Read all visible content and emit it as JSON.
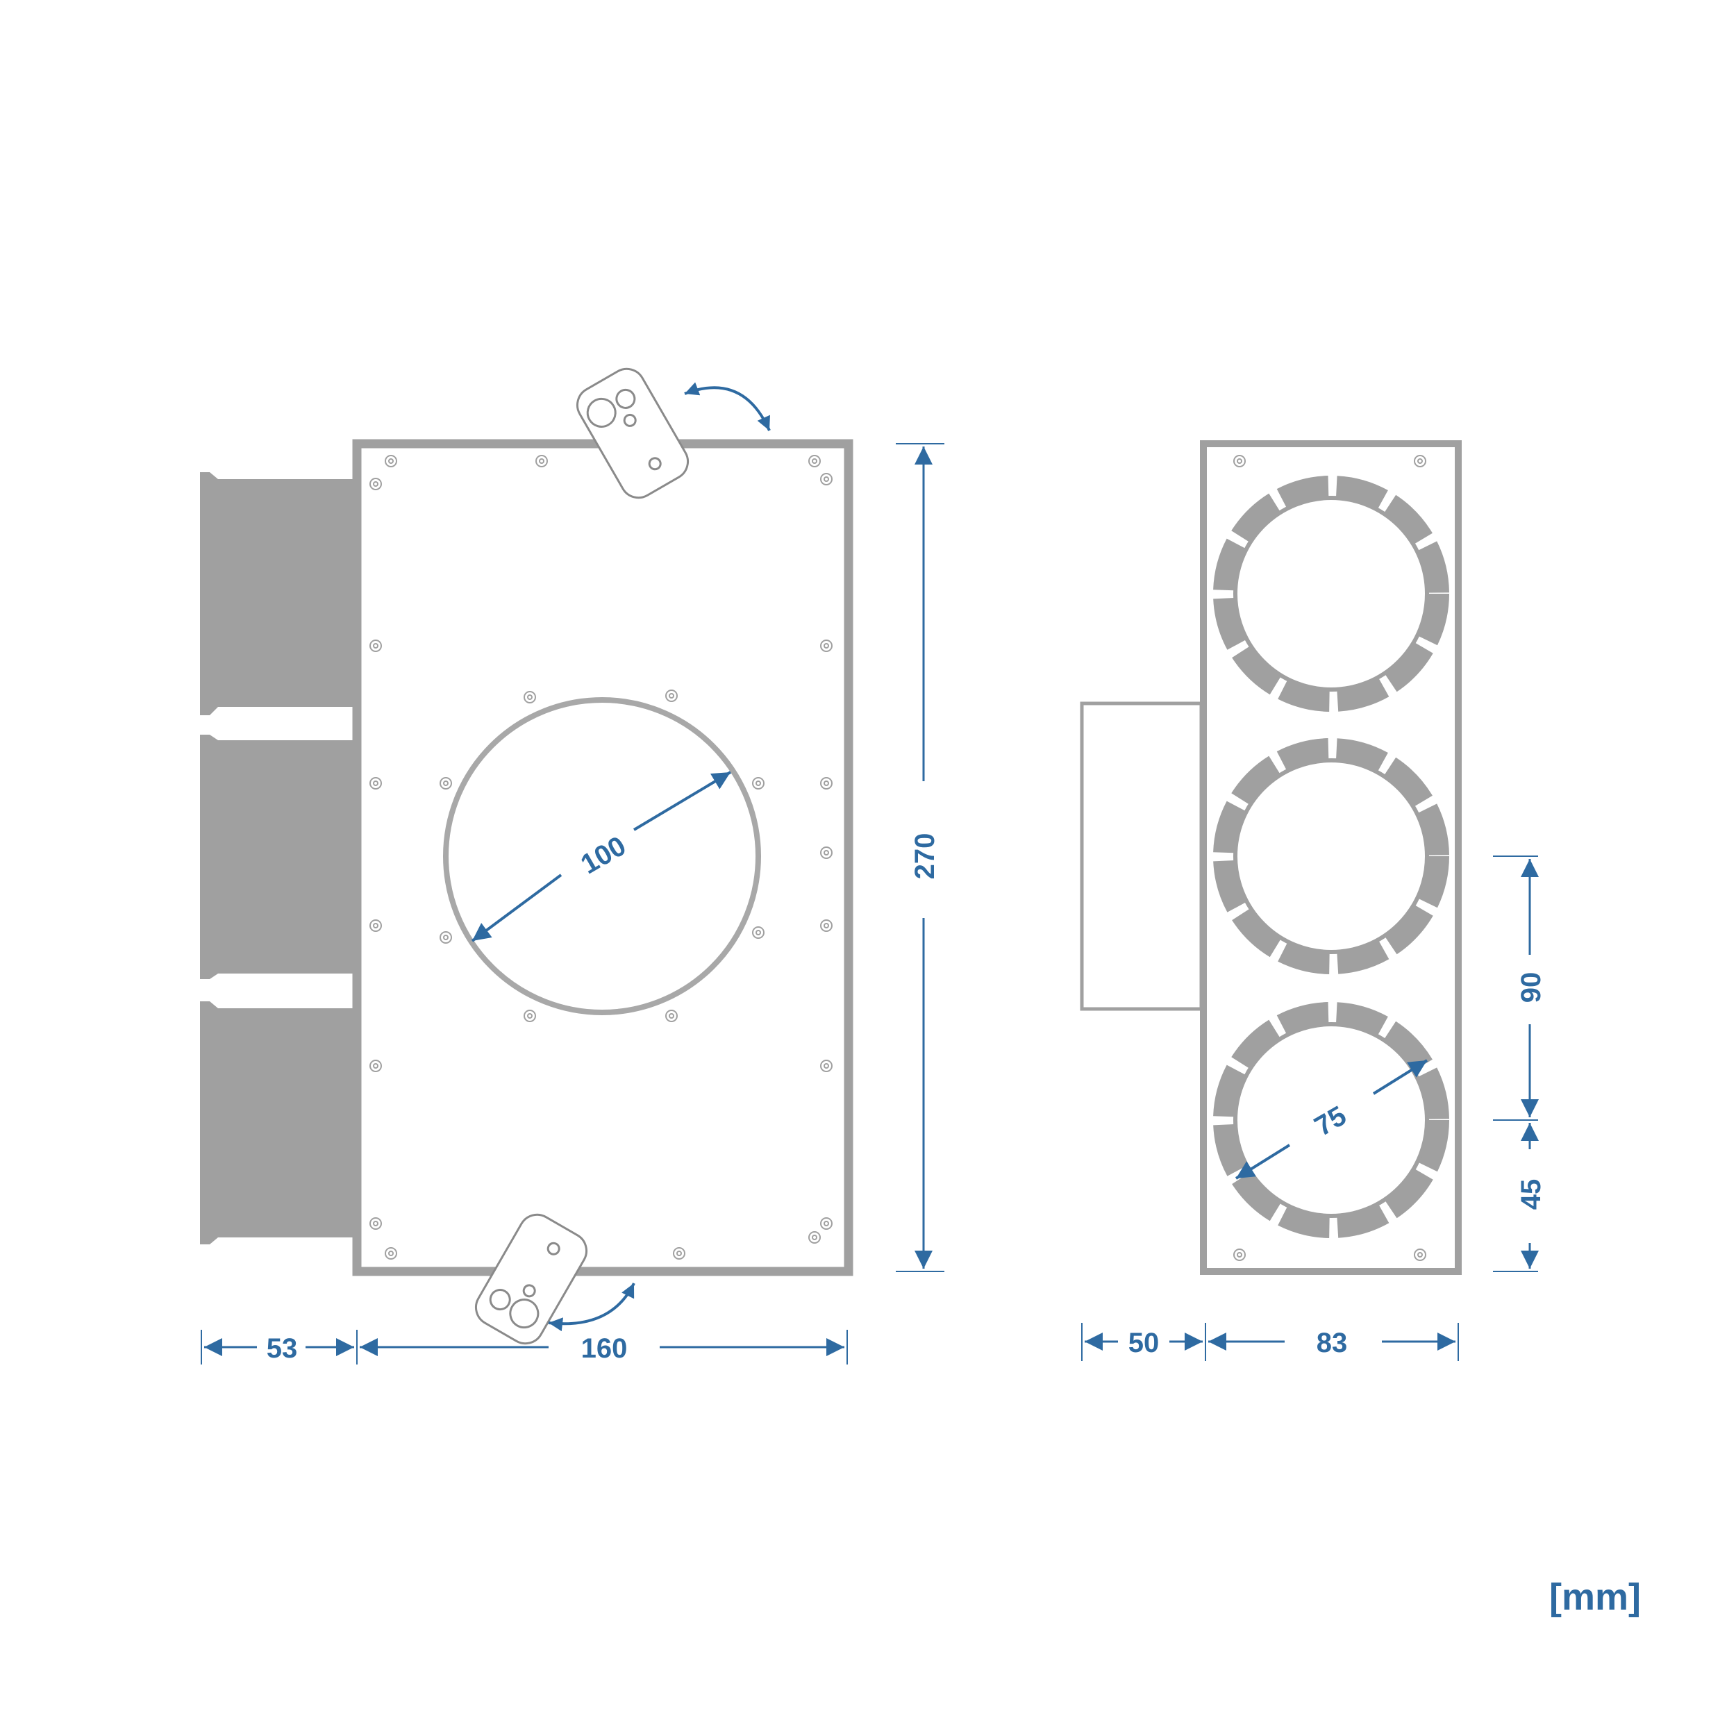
{
  "unit_label": "[mm]",
  "dimensions": {
    "collar_depth": "53",
    "box_width": "160",
    "box_height": "270",
    "main_spigot_diameter": "100",
    "side_depth": "50",
    "side_width": "83",
    "port_pitch": "90",
    "port_edge_offset": "45",
    "port_diameter": "75"
  },
  "colors": {
    "outline": "#a0a0a0",
    "fill": "#a0a0a0",
    "dimension": "#2e6aa1",
    "background": "#ffffff"
  }
}
